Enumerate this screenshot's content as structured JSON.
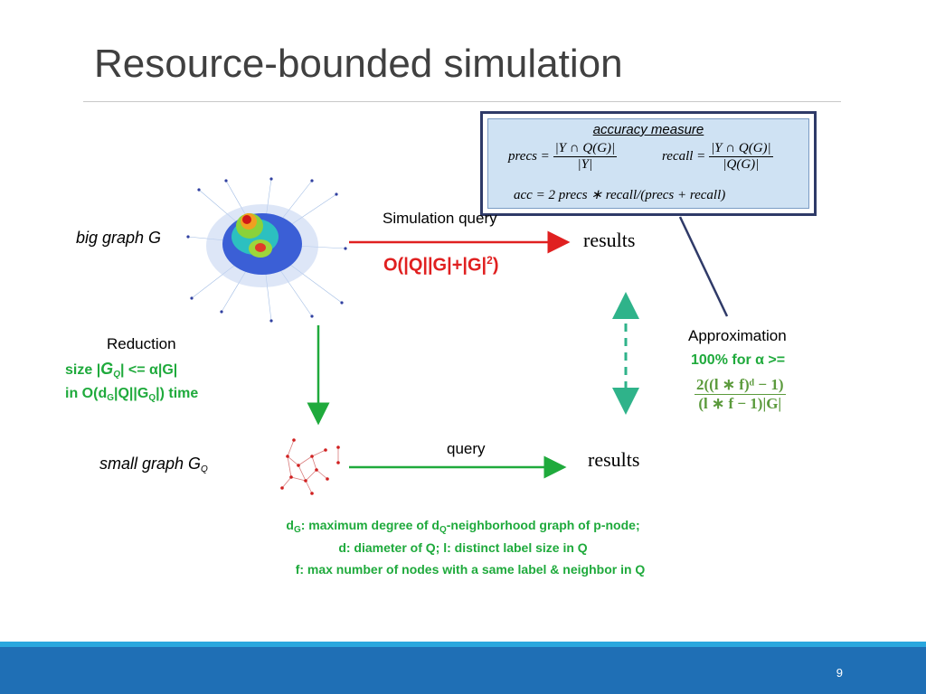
{
  "slide": {
    "title": "Resource-bounded simulation",
    "page_number": "9"
  },
  "accuracy": {
    "title": "accuracy measure",
    "precs_lhs": "precs =",
    "precs_num": "|Y ∩ Q(G)|",
    "precs_den": "|Y|",
    "recall_lhs": "recall =",
    "recall_num": "|Y ∩ Q(G)|",
    "recall_den": "|Q(G)|",
    "acc_formula": "acc = 2 precs ∗ recall/(precs + recall)"
  },
  "top_flow": {
    "source_label": "big graph G",
    "edge_label": "Simulation query",
    "complexity_prefix": "O(|Q||G|+|G|",
    "complexity_exp": "2",
    "complexity_suffix": ")",
    "target_label": "results"
  },
  "reduction": {
    "title": "Reduction",
    "size_prefix": "size |",
    "size_g": "G",
    "size_q": "Q",
    "size_suffix": "| <= α|G|",
    "time_prefix": "in O(d",
    "time_sub1": "G",
    "time_mid": "|Q||G",
    "time_sub2": "Q",
    "time_suffix": "|) time"
  },
  "approximation": {
    "title": "Approximation",
    "bound": "100% for α >=",
    "formula_num": "2((l ∗ f)ᵈ − 1)",
    "formula_den": "(l ∗ f − 1)|G|"
  },
  "bottom_flow": {
    "source_prefix": "small graph G",
    "source_sub": "Q",
    "edge_label": "query",
    "target_label": "results"
  },
  "notes": {
    "line1_a": "d",
    "line1_sub1": "G",
    "line1_b": ": maximum degree of d",
    "line1_sub2": "Q",
    "line1_c": "-neighborhood graph of p-node;",
    "line2": "d: diameter of Q; l: distinct label size in Q",
    "line3": "f: max number of nodes with a same label & neighbor in Q"
  },
  "colors": {
    "title": "#404040",
    "red_arrow": "#e02020",
    "green": "#1faa3c",
    "navy": "#2f3a68",
    "footer": "#1f6fb5"
  }
}
